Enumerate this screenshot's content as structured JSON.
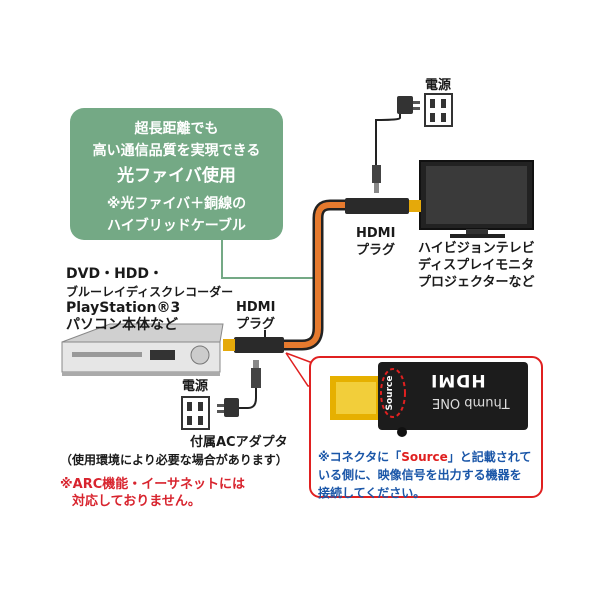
{
  "callout": {
    "line1": "超長距離でも",
    "line2": "高い通信品質を実現できる",
    "line3": "光ファイバ使用",
    "line4": "※光ファイバ＋銅線の",
    "line5": "ハイブリッドケーブル"
  },
  "source_device": {
    "line1": "DVD・HDD・",
    "line2": "ブルーレイディスクレコーダー",
    "line3": "PlayStation®3",
    "line4": "パソコン本体など"
  },
  "display_device": {
    "line1": "ハイビジョンテレビ",
    "line2": "ディスプレイモニタ",
    "line3": "プロジェクターなど"
  },
  "plug_top": {
    "line1": "HDMI",
    "line2": "プラグ"
  },
  "plug_left": {
    "line1": "HDMI",
    "line2": "プラグ"
  },
  "power_top": "電源",
  "power_bottom": "電源",
  "adapter": {
    "line1": "付属ACアダプタ",
    "line2": "（使用環境により必要な場合があります）"
  },
  "arc_note": {
    "line1": "※ARC機能・イーサネットには",
    "line2": "対応しておりません。"
  },
  "connector_note": {
    "pre": "※コネクタに「",
    "highlight": "Source",
    "post": "」と記載されている側に、映像信号を出力する機器を接続してください。"
  },
  "connector_labels": {
    "source": "Source",
    "brand": "HDMI",
    "model": "Thumb ONE"
  },
  "colors": {
    "callout_green": "#74a985",
    "cable_orange": "#e67a2e",
    "note_border": "#e02020",
    "note_text": "#1a56a8"
  }
}
